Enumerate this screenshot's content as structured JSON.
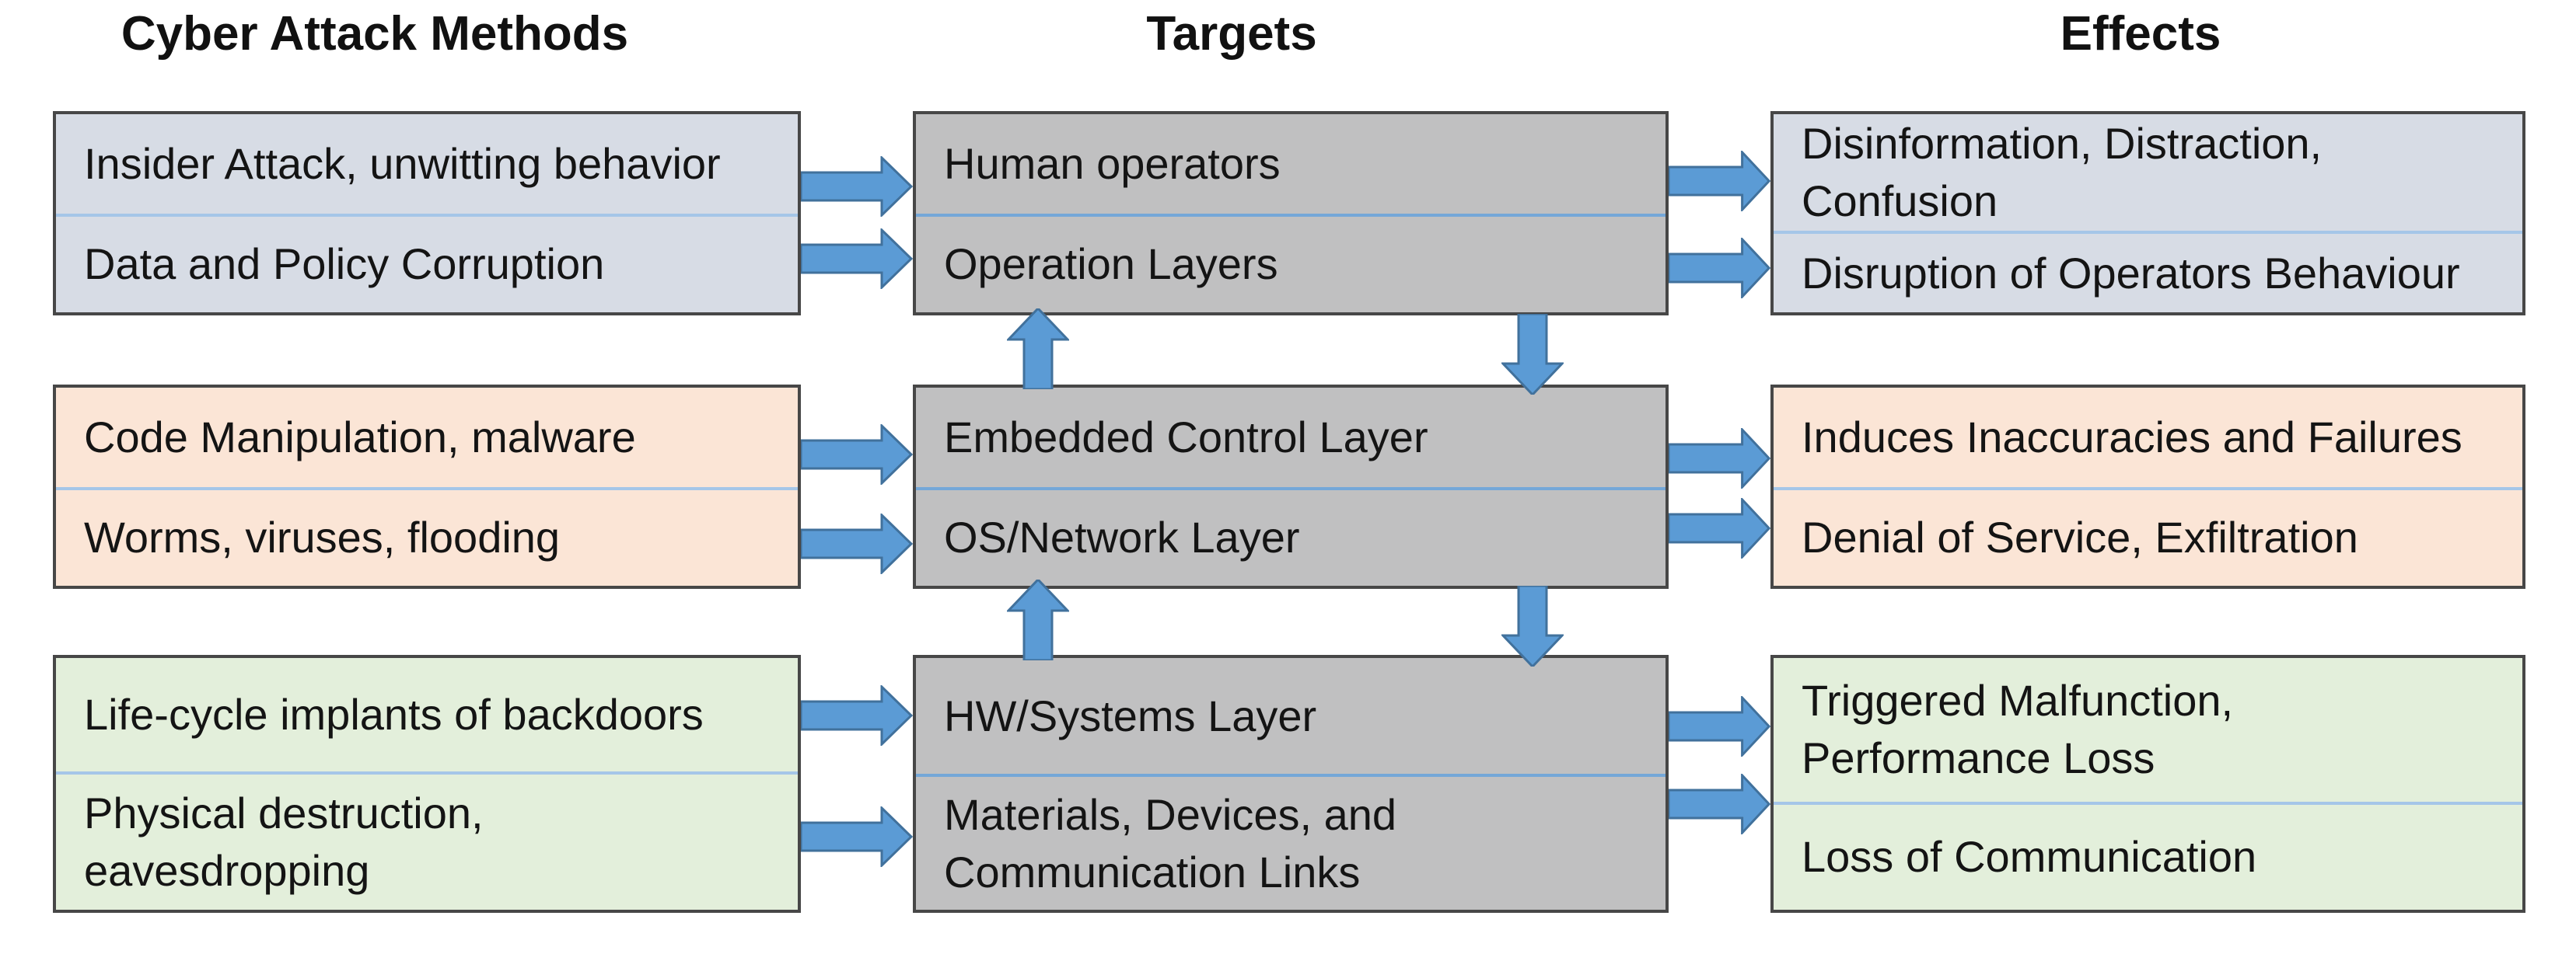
{
  "palette": {
    "row1_fill": "#d7dce5",
    "row2_fill": "#fbe5d6",
    "row3_fill": "#e3efdb",
    "target_fill": "#c0c0c1",
    "box_border": "#474747",
    "divider_light": "#a5c6e8",
    "divider_gray": "#74a7d8",
    "arrow_fill": "#5b9bd5",
    "arrow_border": "#41719c",
    "text": "#141414"
  },
  "columns": {
    "methods_title": "Cyber Attack Methods",
    "targets_title": "Targets",
    "effects_title": "Effects"
  },
  "rows": [
    {
      "methods": [
        "Insider Attack, unwitting behavior",
        "Data and Policy Corruption"
      ],
      "targets": [
        "Human operators",
        "Operation Layers"
      ],
      "effects": [
        "Disinformation, Distraction,\nConfusion",
        "Disruption of Operators Behaviour"
      ]
    },
    {
      "methods": [
        "Code Manipulation, malware",
        "Worms, viruses, flooding"
      ],
      "targets": [
        "Embedded Control Layer",
        "OS/Network Layer"
      ],
      "effects": [
        "Induces Inaccuracies and Failures",
        "Denial of Service, Exfiltration"
      ]
    },
    {
      "methods": [
        "Life-cycle implants of backdoors",
        "Physical destruction,\neavesdropping"
      ],
      "targets": [
        "HW/Systems Layer",
        "Materials, Devices, and\nCommunication Links"
      ],
      "effects": [
        "Triggered Malfunction,\nPerformance Loss",
        "Loss of Communication"
      ]
    }
  ]
}
